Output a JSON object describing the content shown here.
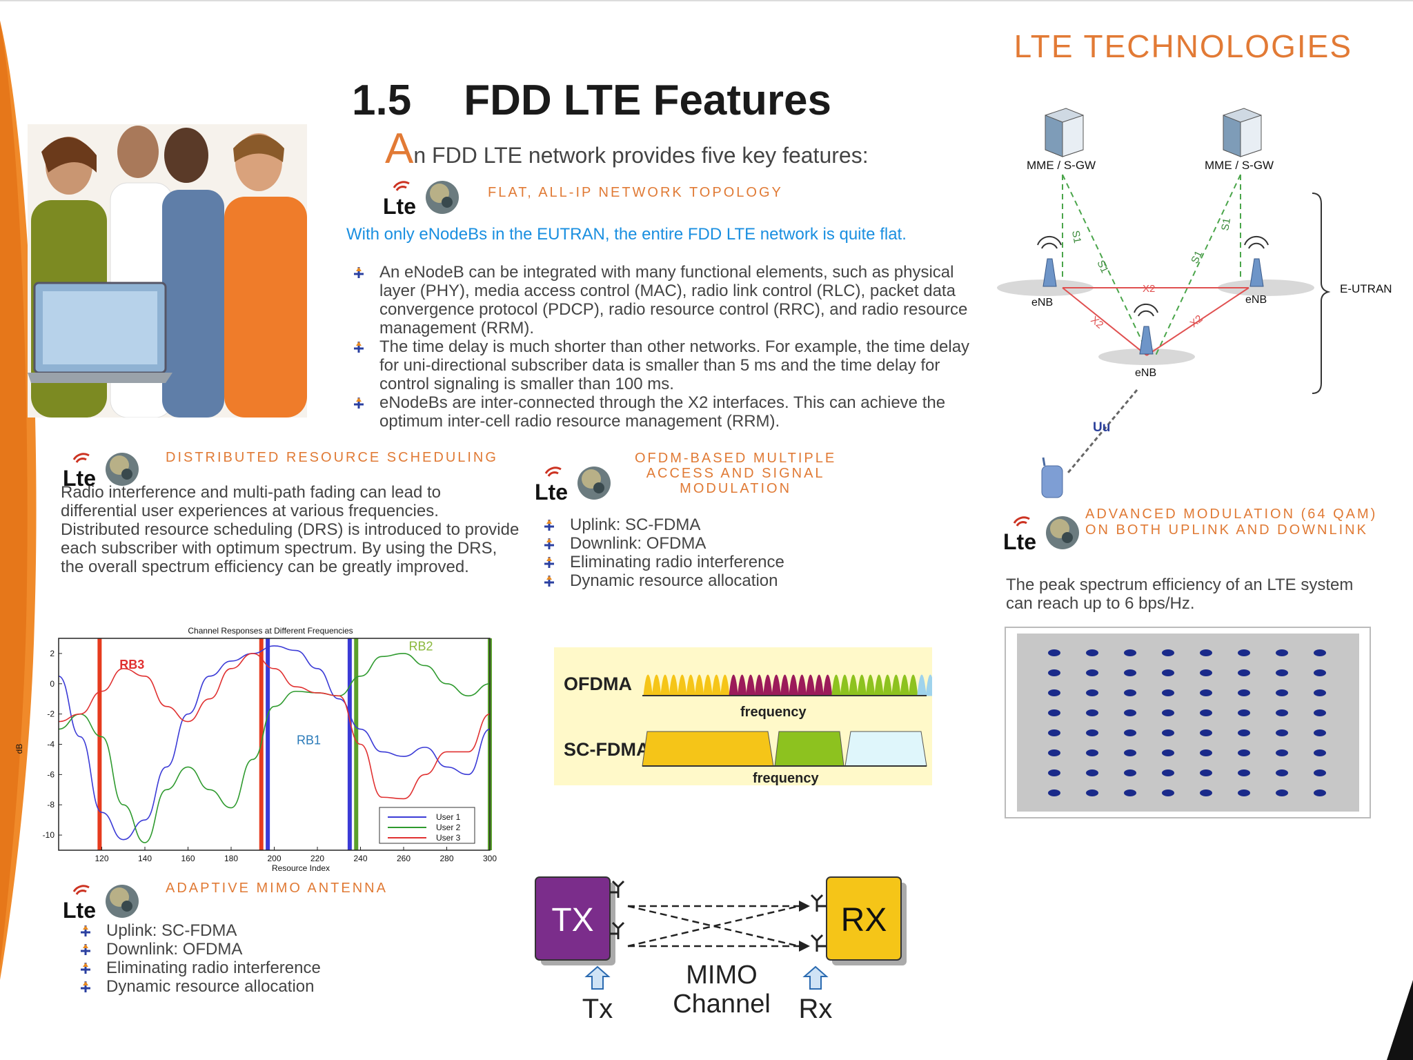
{
  "header": {
    "category": "LTE TECHNOLOGIES"
  },
  "title": {
    "number": "1.5",
    "text": "FDD LTE Features"
  },
  "intro": {
    "dropcap": "A",
    "rest": "n FDD LTE network provides five key features:"
  },
  "logo_text": "Lte",
  "sections": {
    "flat": {
      "heading": "FLAT, ALL-IP NETWORK TOPOLOGY",
      "lead": "With only eNodeBs in the EUTRAN, the entire FDD LTE network is quite flat.",
      "bullets": [
        "An eNodeB can be integrated with many functional elements, such as physical layer (PHY), media access control (MAC), radio link control (RLC), packet data convergence protocol (PDCP), radio resource control (RRC), and radio resource management (RRM).",
        "The time delay is much shorter than other networks. For example, the time delay for uni-directional subscriber data is smaller than 5 ms and the time delay for control signaling is smaller than 100 ms.",
        "eNodeBs are inter-connected through the X2 interfaces. This can achieve the optimum inter-cell radio resource management (RRM)."
      ]
    },
    "drs": {
      "heading": "DISTRIBUTED RESOURCE SCHEDULING",
      "text": "Radio interference and multi-path fading can lead to differential user experiences at various frequencies. Distributed resource scheduling (DRS) is introduced to provide each subscriber with optimum spectrum. By using the DRS, the overall spectrum efficiency can be greatly improved."
    },
    "ofdm": {
      "heading_lines": [
        "OFDM-BASED MULTIPLE",
        "ACCESS AND SIGNAL",
        "MODULATION"
      ],
      "bullets": [
        "Uplink: SC-FDMA",
        "Downlink: OFDMA",
        "Eliminating radio interference",
        "Dynamic resource allocation"
      ]
    },
    "qam": {
      "heading_lines": [
        "ADVANCED MODULATION (64 QAM)",
        "ON BOTH UPLINK AND DOWNLINK"
      ],
      "text": "The peak spectrum efficiency of an LTE system can reach up to 6 bps/Hz."
    },
    "mimo": {
      "heading": "ADAPTIVE MIMO ANTENNA",
      "bullets": [
        "Uplink: SC-FDMA",
        "Downlink: OFDMA",
        "Eliminating radio interference",
        "Dynamic resource allocation"
      ]
    }
  },
  "network": {
    "mme_left": "MME / S-GW",
    "mme_right": "MME / S-GW",
    "enb": "eNB",
    "eutran": "E-UTRAN",
    "s1": "S1",
    "x2": "X2",
    "uu": "Uu"
  },
  "ofdma_diagram": {
    "row1": "OFDMA",
    "row2": "SC-FDMA",
    "freq": "frequency",
    "colors": [
      "#f5c518",
      "#9b1b5a",
      "#8dc21f",
      "#9fd3ec"
    ]
  },
  "mimo_diagram": {
    "tx": "TX",
    "rx": "RX",
    "mimo": "MIMO",
    "channel": "Channel",
    "tx_label": "Tx",
    "rx_label": "Rx"
  },
  "chart_data": {
    "type": "line",
    "title": "Channel Responses at Different Frequencies",
    "xlabel": "Resource Index",
    "ylabel": "dB",
    "xlim": [
      100,
      300
    ],
    "ylim": [
      -11,
      3
    ],
    "xticks": [
      120,
      140,
      160,
      180,
      200,
      220,
      240,
      260,
      280,
      300
    ],
    "yticks": [
      2,
      0,
      -2,
      -4,
      -6,
      -8,
      -10
    ],
    "x": [
      100,
      110,
      120,
      130,
      140,
      150,
      160,
      170,
      180,
      190,
      200,
      210,
      220,
      230,
      240,
      250,
      260,
      270,
      280,
      290,
      300
    ],
    "series": [
      {
        "name": "User 1",
        "color": "#3a3ad6",
        "values": [
          0.5,
          -3.5,
          -8.5,
          -10.3,
          -9,
          -5.5,
          -2,
          0.5,
          1.5,
          2,
          2.5,
          2.2,
          1,
          -1,
          -3,
          -4.5,
          -4.8,
          -4.2,
          -5.5,
          -6,
          -3
        ]
      },
      {
        "name": "User 2",
        "color": "#2e9a2e",
        "values": [
          -3,
          -2,
          -3.5,
          -8,
          -10.5,
          -7,
          -5.5,
          -7,
          -8.2,
          -5,
          -1.5,
          -0.5,
          -0.6,
          -0.8,
          0.5,
          1.8,
          2,
          1.2,
          0,
          -0.8,
          0
        ]
      },
      {
        "name": "User 3",
        "color": "#e03030",
        "values": [
          -2.5,
          -2,
          -0.5,
          1,
          0.5,
          -1.5,
          -2.5,
          -1,
          1,
          2,
          1,
          -0.2,
          -0.6,
          -0.8,
          -4,
          -7.5,
          -7.6,
          -6,
          -4.5,
          -4.5,
          -2
        ]
      }
    ],
    "bands": [
      {
        "x": 119,
        "color": "#e63b1e"
      },
      {
        "x": 194,
        "color": "#e63b1e"
      },
      {
        "x": 197,
        "color": "#3a3ad6"
      },
      {
        "x": 235,
        "color": "#3a3ad6"
      },
      {
        "x": 238,
        "color": "#5aa02c"
      },
      {
        "x": 300,
        "color": "#5aa02c"
      }
    ],
    "annotations": [
      {
        "label": "RB3",
        "x": 134,
        "y": 1,
        "color": "#e03030"
      },
      {
        "label": "RB1",
        "x": 216,
        "y": -4,
        "color": "#2a7ab8"
      },
      {
        "label": "RB2",
        "x": 268,
        "y": 2.2,
        "color": "#8ab83c"
      }
    ],
    "legend": "bottom-right"
  },
  "constellation": {
    "type": "64-QAM",
    "rows": 8,
    "cols": 8
  }
}
